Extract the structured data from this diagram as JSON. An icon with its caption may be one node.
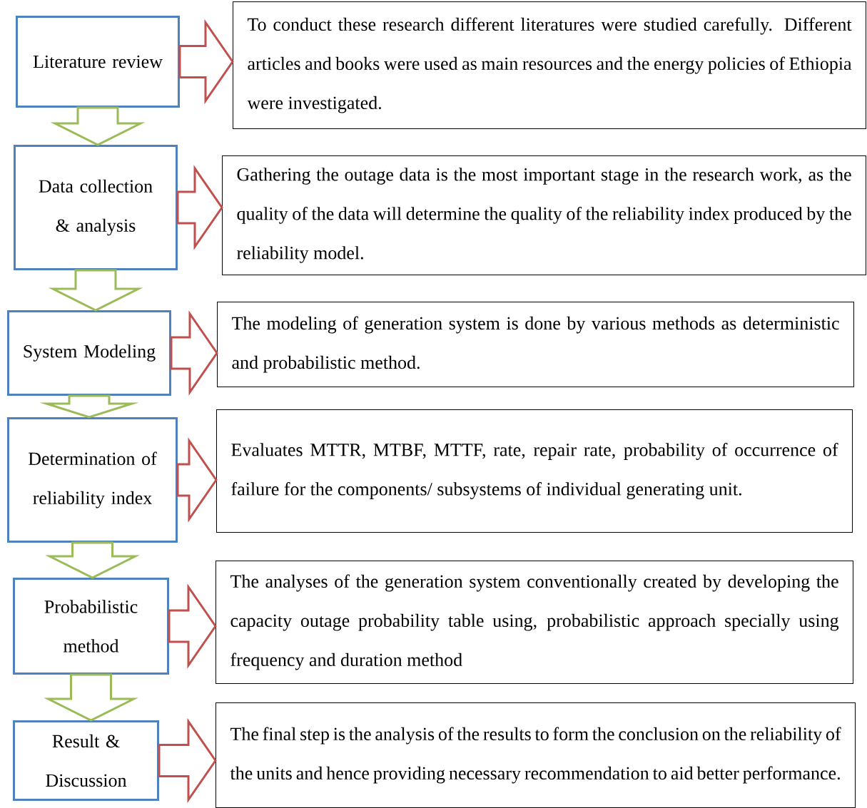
{
  "diagram": {
    "nodes": [
      {
        "text": [
          "Literature review"
        ]
      },
      {
        "text": [
          "To conduct these research different literatures were studied carefully. Different articles and books were used as main resources and the energy policies of Ethiopia were investigated."
        ]
      },
      {
        "text": [
          "Data collection & analysis"
        ]
      },
      {
        "text": [
          "Gathering the outage data is the most important stage in the research work, as the quality of the data will determine the quality of the reliability index produced by the reliability model."
        ]
      },
      {
        "text": [
          "System Modeling"
        ]
      },
      {
        "text": [
          "The modeling of generation system is done by various methods as deterministic and probabilistic method."
        ]
      },
      {
        "text": [
          "Determination of reliability index"
        ]
      },
      {
        "text": [
          "Evaluates MTTR, MTBF, MTTF, rate, repair rate, probability of occurrence of failure for the components/ subsystems of individual generating unit."
        ]
      },
      {
        "text": [
          "Probabilistic method"
        ]
      },
      {
        "text": [
          "The analyses of the generation system conventionally created by developing the capacity outage probability table using, probabilistic approach specially using frequency and duration method"
        ]
      },
      {
        "text": [
          "Result & Discussion"
        ]
      },
      {
        "text": [
          "The final step is the analysis of the results to form the conclusion on the reliability of the units and hence providing necessary recommendation to aid better performance."
        ]
      }
    ],
    "edges": [
      {
        "from": 0,
        "to": 1,
        "arrow": "to"
      },
      {
        "from": 0,
        "to": 2,
        "arrow": "to",
        "color": "#9bbb59"
      },
      {
        "from": 2,
        "to": 3,
        "arrow": "to"
      },
      {
        "from": 2,
        "to": 4,
        "arrow": "to",
        "color": "#9bbb59"
      },
      {
        "from": 4,
        "to": 5,
        "arrow": "to"
      },
      {
        "from": 4,
        "to": 6,
        "arrow": "to",
        "color": "#9bbb59"
      },
      {
        "from": 6,
        "to": 7,
        "arrow": "to"
      },
      {
        "from": 6,
        "to": 8,
        "arrow": "to",
        "color": "#9bbb59"
      },
      {
        "from": 8,
        "to": 9,
        "arrow": "to"
      },
      {
        "from": 8,
        "to": 10,
        "arrow": "to",
        "color": "#9bbb59"
      },
      {
        "from": 10,
        "to": 11,
        "arrow": "to"
      }
    ]
  }
}
